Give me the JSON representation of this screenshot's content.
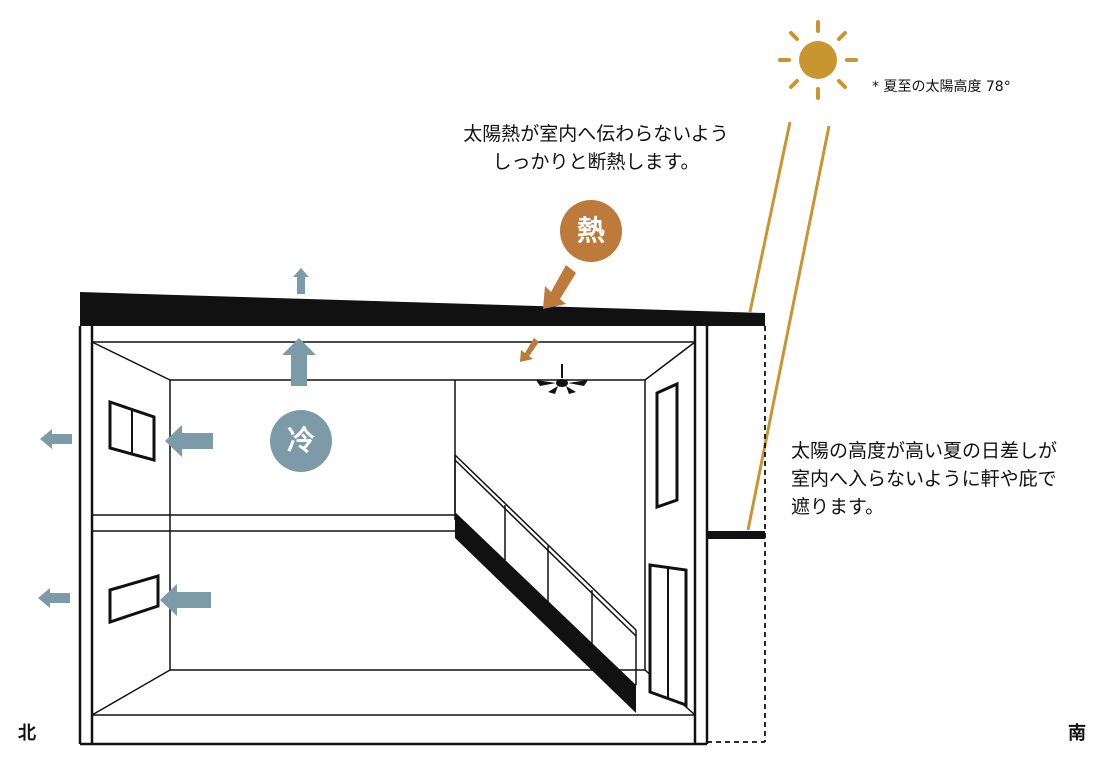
{
  "sun_note": "* 夏至の太陽高度 78°",
  "heat_caption": {
    "line1": "太陽熱が室内へ伝わらないよう",
    "line2": "しっかりと断熱します。"
  },
  "heat_badge": "熱",
  "cool_badge": "冷",
  "eaves_caption": {
    "line1": "太陽の高度が高い夏の日差しが",
    "line2": "室内へ入らないように軒や庇で",
    "line3": "遮ります。"
  },
  "direction_north": "北",
  "direction_south": "南",
  "colors": {
    "sun": "#c9952f",
    "heat": "#bd7a3a",
    "cool": "#7c9aa8",
    "line": "#111111"
  }
}
